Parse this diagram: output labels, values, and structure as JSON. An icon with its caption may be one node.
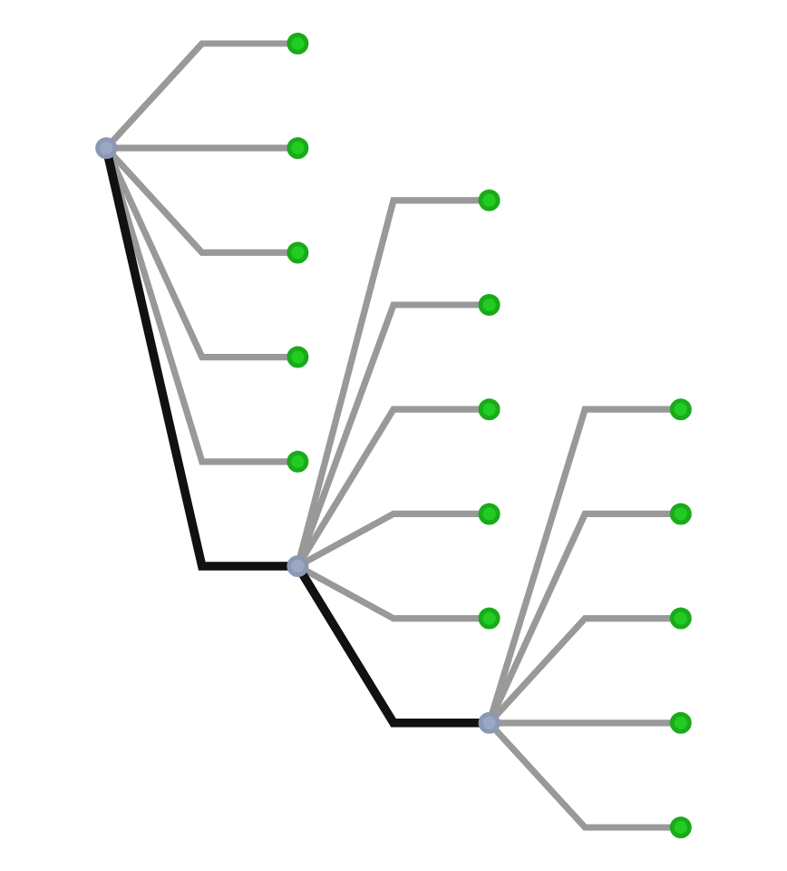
{
  "diagram": {
    "nodes": [
      {
        "text": [],
        "shape": "circle"
      },
      {
        "text": [],
        "shape": "circle"
      },
      {
        "text": [],
        "shape": "circle"
      },
      {
        "text": [],
        "shape": "circle"
      },
      {
        "text": [],
        "shape": "circle"
      },
      {
        "text": [],
        "shape": "circle"
      },
      {
        "text": [],
        "shape": "circle"
      },
      {
        "text": [],
        "shape": "circle"
      },
      {
        "text": [],
        "shape": "circle"
      },
      {
        "text": [],
        "shape": "circle"
      },
      {
        "text": [],
        "shape": "circle"
      },
      {
        "text": [],
        "shape": "circle"
      },
      {
        "text": [],
        "shape": "circle"
      },
      {
        "text": [],
        "shape": "circle"
      },
      {
        "text": [],
        "shape": "circle"
      },
      {
        "text": [],
        "shape": "circle"
      },
      {
        "text": [],
        "shape": "circle"
      },
      {
        "text": [],
        "shape": "circle"
      }
    ],
    "edges": [
      {
        "from": 3,
        "to": 0,
        "arrow": "none"
      },
      {
        "from": 3,
        "to": 1,
        "arrow": "none"
      },
      {
        "from": 3,
        "to": 2,
        "arrow": "none"
      },
      {
        "from": 3,
        "to": 5,
        "arrow": "none"
      },
      {
        "from": 3,
        "to": 6,
        "arrow": "none"
      },
      {
        "from": 3,
        "to": 9,
        "arrow": "none",
        "color": "#111111"
      },
      {
        "from": 9,
        "to": 4,
        "arrow": "none"
      },
      {
        "from": 9,
        "to": 7,
        "arrow": "none"
      },
      {
        "from": 9,
        "to": 8,
        "arrow": "none"
      },
      {
        "from": 9,
        "to": 11,
        "arrow": "none"
      },
      {
        "from": 9,
        "to": 12,
        "arrow": "none"
      },
      {
        "from": 9,
        "to": 15,
        "arrow": "none",
        "color": "#111111"
      },
      {
        "from": 15,
        "to": 10,
        "arrow": "none"
      },
      {
        "from": 15,
        "to": 13,
        "arrow": "none"
      },
      {
        "from": 15,
        "to": 14,
        "arrow": "none"
      },
      {
        "from": 15,
        "to": 16,
        "arrow": "none"
      },
      {
        "from": 15,
        "to": 17,
        "arrow": "none"
      }
    ]
  }
}
